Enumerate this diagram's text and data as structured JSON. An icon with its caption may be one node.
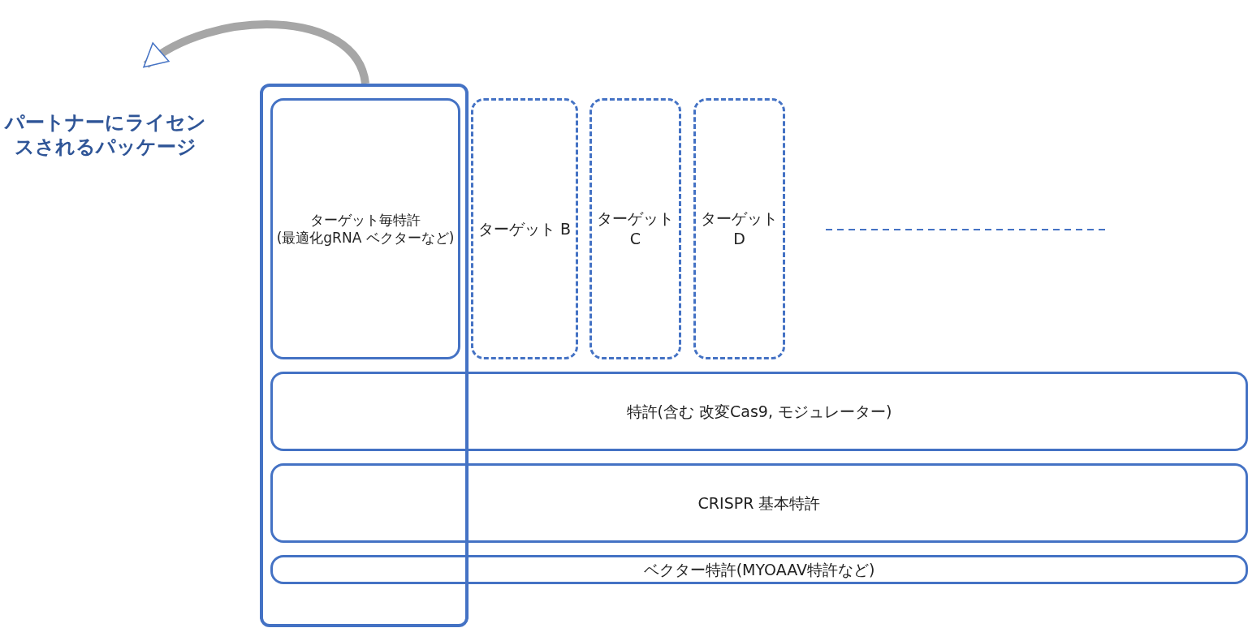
{
  "diagram": {
    "nodes": [
      {
        "text": [
          "パートナーにライセンスされるパッケージ"
        ]
      },
      {
        "text": [],
        "shape": "box"
      },
      {
        "text": [
          "ターゲット毎特許",
          "(最適化gRNA ベクターなど)"
        ],
        "in": 1
      },
      {
        "text": [
          "ターゲット B"
        ]
      },
      {
        "text": [
          "ターゲット C"
        ]
      },
      {
        "text": [
          "ターゲット D"
        ]
      },
      {
        "text": [
          "特許(含む 改変Cas9, モジュレーター)"
        ]
      },
      {
        "text": [
          "CRISPR 基本特許"
        ]
      },
      {
        "text": [
          "ベクター特許(MYOAAV特許など)"
        ]
      }
    ],
    "edges": [
      {
        "from": 1,
        "to": 0,
        "arrow": "to"
      }
    ]
  }
}
